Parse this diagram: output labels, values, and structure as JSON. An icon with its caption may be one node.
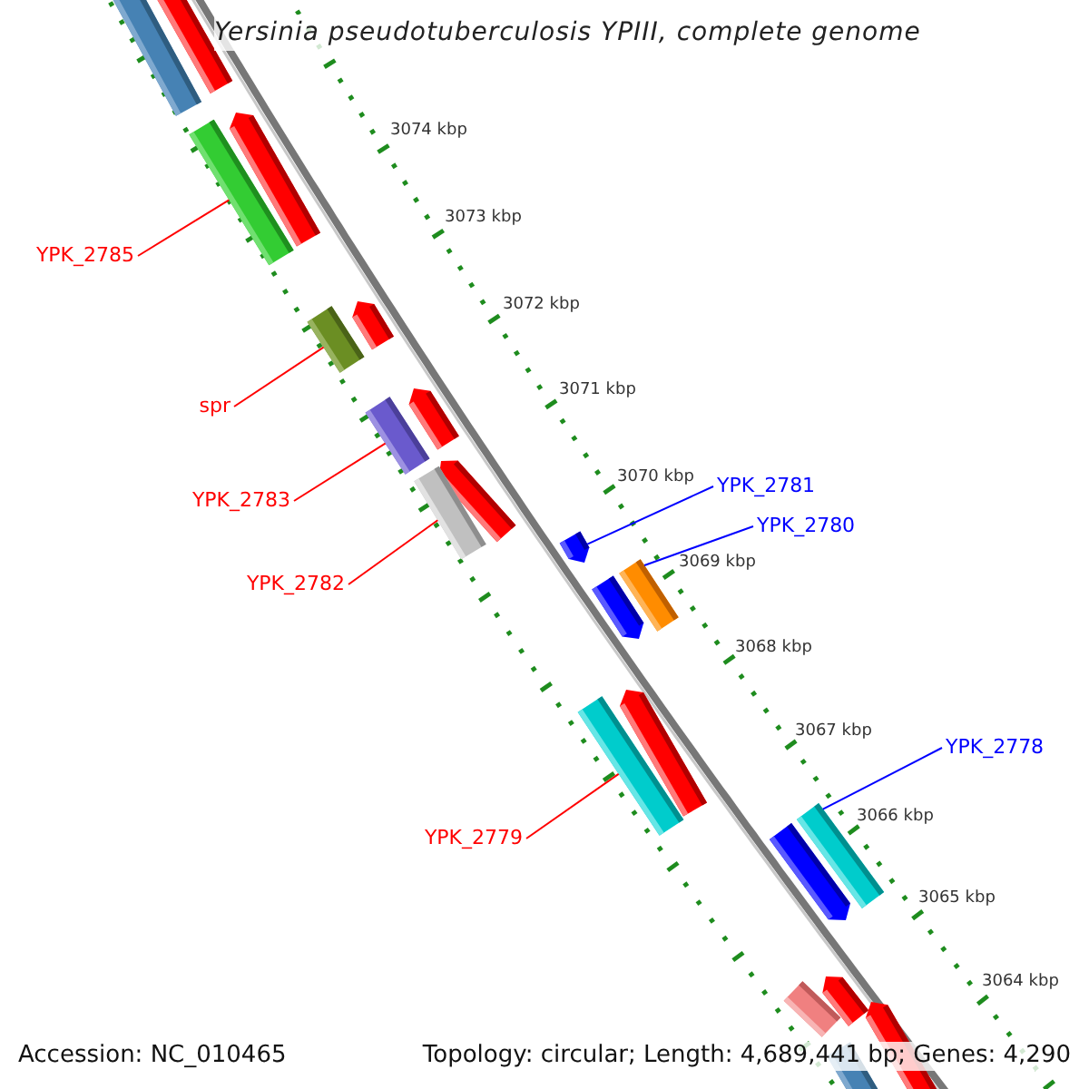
{
  "diagram": {
    "title": "Yersinia pseudotuberculosis YPIII, complete genome",
    "nodes": [
      {
        "text": [
          "YPK_2785"
        ]
      },
      {
        "text": [
          "spr"
        ]
      },
      {
        "text": [
          "YPK_2783"
        ]
      },
      {
        "text": [
          "YPK_2782"
        ]
      },
      {
        "text": [
          "YPK_2779"
        ]
      },
      {
        "text": [
          "YPK_2781"
        ]
      },
      {
        "text": [
          "YPK_2780"
        ]
      },
      {
        "text": [
          "YPK_2778"
        ]
      },
      {
        "text": [],
        "shape": "bar"
      },
      {
        "text": [],
        "shape": "bar"
      },
      {
        "text": [],
        "shape": "bar"
      },
      {
        "text": [],
        "shape": "bar"
      },
      {
        "text": [],
        "shape": "bar"
      },
      {
        "text": [],
        "shape": "bar"
      },
      {
        "text": [],
        "shape": "bar"
      },
      {
        "text": [],
        "shape": "bar"
      }
    ],
    "edges": [
      {
        "from": 0,
        "to": 8,
        "arrow": "none"
      },
      {
        "from": 1,
        "to": 9,
        "arrow": "none"
      },
      {
        "from": 2,
        "to": 10,
        "arrow": "none"
      },
      {
        "from": 3,
        "to": 11,
        "arrow": "none"
      },
      {
        "from": 4,
        "to": 12,
        "arrow": "none"
      },
      {
        "from": 5,
        "to": 13,
        "arrow": "none",
        "color": "#0000ff"
      },
      {
        "from": 6,
        "to": 14,
        "arrow": "none",
        "color": "#0000ff"
      },
      {
        "from": 7,
        "to": 15,
        "arrow": "none",
        "color": "#0000ff"
      }
    ],
    "labels": [
      "3074 kbp",
      "3073 kbp",
      "3072 kbp",
      "3071 kbp",
      "3070 kbp",
      "3069 kbp",
      "3068 kbp",
      "3067 kbp",
      "3066 kbp",
      "3065 kbp",
      "3064 kbp",
      "Accession: NC_010465",
      "Topology: circular; Length: 4,689,441 bp; Genes: 4,290"
    ]
  }
}
